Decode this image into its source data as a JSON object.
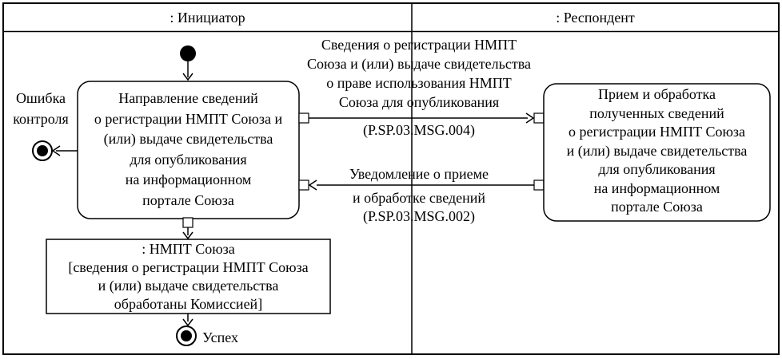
{
  "colors": {
    "ink": "#000000",
    "paper": "#ffffff"
  },
  "lanes": {
    "initiator": ": Инициатор",
    "respondent": ": Респондент"
  },
  "initiator": {
    "action": "Направление сведений\nо регистрации НМПТ Союза и\n(или) выдаче свидетельства\nдля опубликования\nна информационном\nпортале Союза",
    "error_label": "Ошибка\nконтроля",
    "object_node": ": НМПТ Союза\n[сведения о регистрации НМПТ Союза\nи (или) выдаче свидетельства\nобработаны Комиссией]",
    "success_label": "Успех"
  },
  "respondent": {
    "action": "Прием и обработка\nполученных сведений\nо регистрации НМПТ Союза\nи (или) выдаче свидетельства\nдля опубликования\nна информационном\nпортале Союза"
  },
  "messages": {
    "request": {
      "label": "Сведения о регистрации НМПТ\nСоюза и (или) выдаче свидетельства\nо праве использования НМПТ\nСоюза для опубликования",
      "code": "(P.SP.03.MSG.004)"
    },
    "response": {
      "line1": "Уведомление о приеме",
      "line2": "и обработке сведений",
      "code": "(P.SP.03.MSG.002)"
    }
  }
}
